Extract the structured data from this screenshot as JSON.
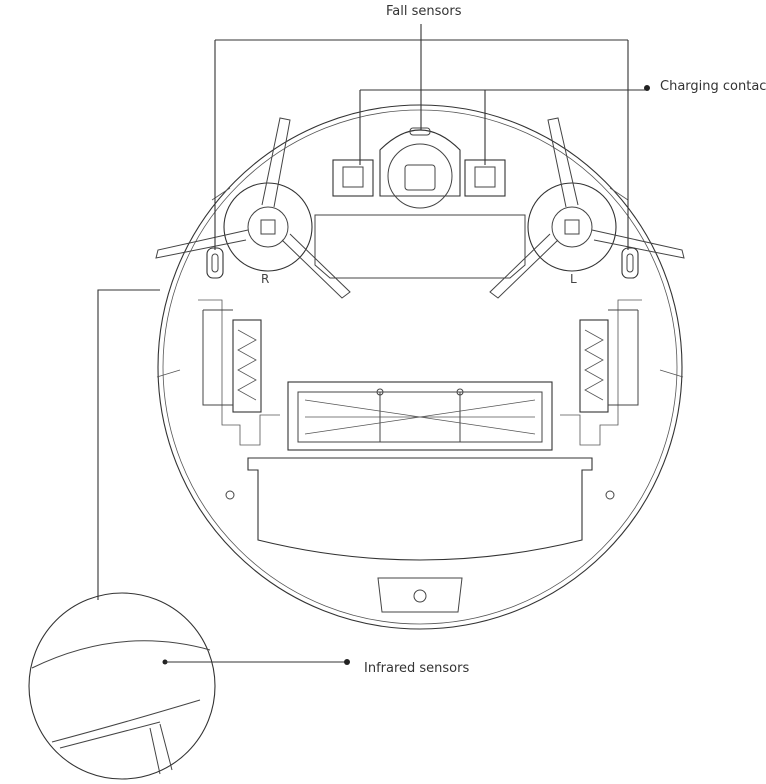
{
  "labels": {
    "fall_sensors": "Fall sensors",
    "charging_contact": "Charging contact",
    "infrared_sensors": "Infrared sensors"
  },
  "brush_marks": {
    "right": "R",
    "left": "L"
  },
  "colors": {
    "line": "#333333",
    "background": "#ffffff"
  }
}
